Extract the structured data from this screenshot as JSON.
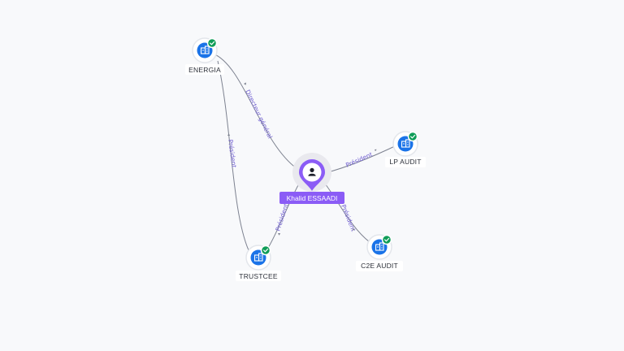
{
  "person": {
    "name": "Khalid ESSAADI",
    "icon": "person-icon"
  },
  "companies": {
    "energia": {
      "name": "ENERGIA",
      "verified": true,
      "icon": "building-icon"
    },
    "lp_audit": {
      "name": "LP AUDIT",
      "verified": true,
      "icon": "building-icon"
    },
    "c2e_audit": {
      "name": "C2E AUDIT",
      "verified": true,
      "icon": "building-icon"
    },
    "trustcee": {
      "name": "TRUSTCEE",
      "verified": true,
      "icon": "building-icon"
    }
  },
  "relations": {
    "to_energia": "Directeur général",
    "to_lp_audit": "Président",
    "to_c2e_audit": "Président",
    "to_trustcee": "Président",
    "energia_trustcee": "Président"
  },
  "colors": {
    "accent": "#8b5cf6",
    "company_icon": "#1a73e8",
    "verified_badge": "#0f9d58",
    "edge_label": "#6d5bd0",
    "background": "#f8f9fb"
  }
}
